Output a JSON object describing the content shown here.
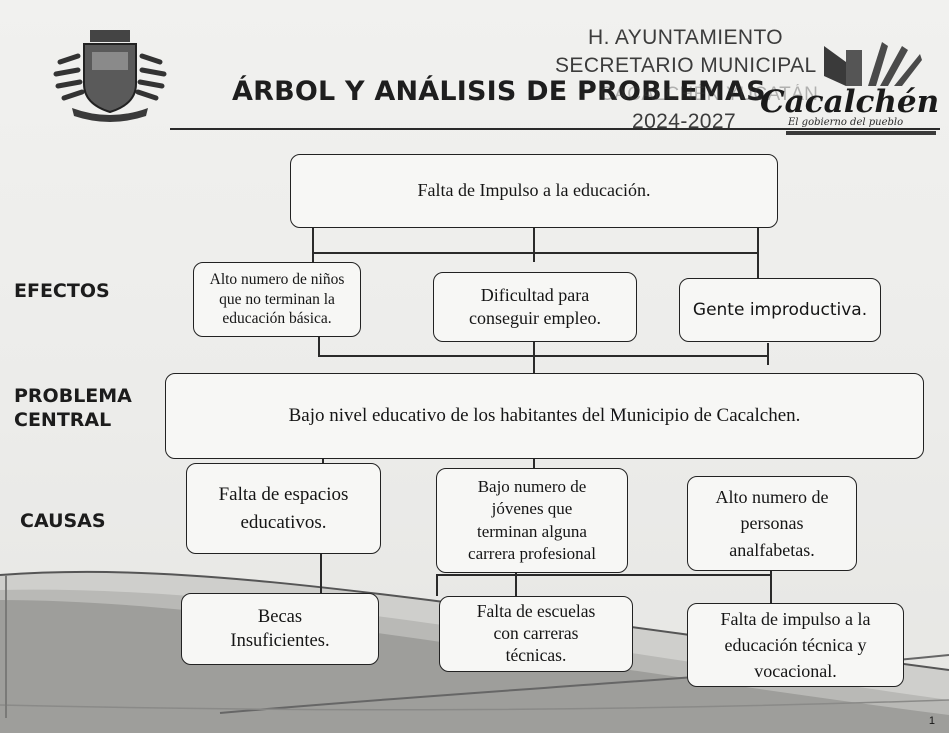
{
  "header": {
    "title": "ÁRBOL Y ANÁLISIS DE PROBLEMAS",
    "stamp_line1": "H. AYUNTAMIENTO",
    "stamp_line2": "SECRETARIO MUNICIPAL",
    "stamp_line3": "CACALCHÉN YUCATÁN",
    "stamp_line4": "2024-2027",
    "brand_name": "Cacalchén",
    "brand_tagline": "El gobierno del pueblo"
  },
  "sections": {
    "efectos": "EFECTOS",
    "problema": "PROBLEMA\nCENTRAL",
    "causas": "CAUSAS"
  },
  "tree": {
    "top_effect": "Falta de Impulso a la educación.",
    "effects": [
      "Alto numero de niños\nque no terminan la\neducación básica.",
      "Dificultad para\nconseguir empleo.",
      "Gente improductiva."
    ],
    "central_problem": "Bajo nivel educativo de los habitantes del Municipio de Cacalchen.",
    "causes": [
      "Falta de espacios\neducativos.",
      "Bajo numero de\njóvenes que\nterminan alguna\ncarrera profesional",
      "Alto numero de\npersonas\nanalfabetas."
    ],
    "root_causes": [
      "Becas\nInsuficientes.",
      "Falta de escuelas\ncon carreras\ntécnicas.",
      "Falta de impulso a la\neducación técnica y\nvocacional."
    ]
  },
  "page_number": "1",
  "icons": {
    "crest": "municipal-crest-icon",
    "logo": "cacalchen-logo-icon"
  }
}
